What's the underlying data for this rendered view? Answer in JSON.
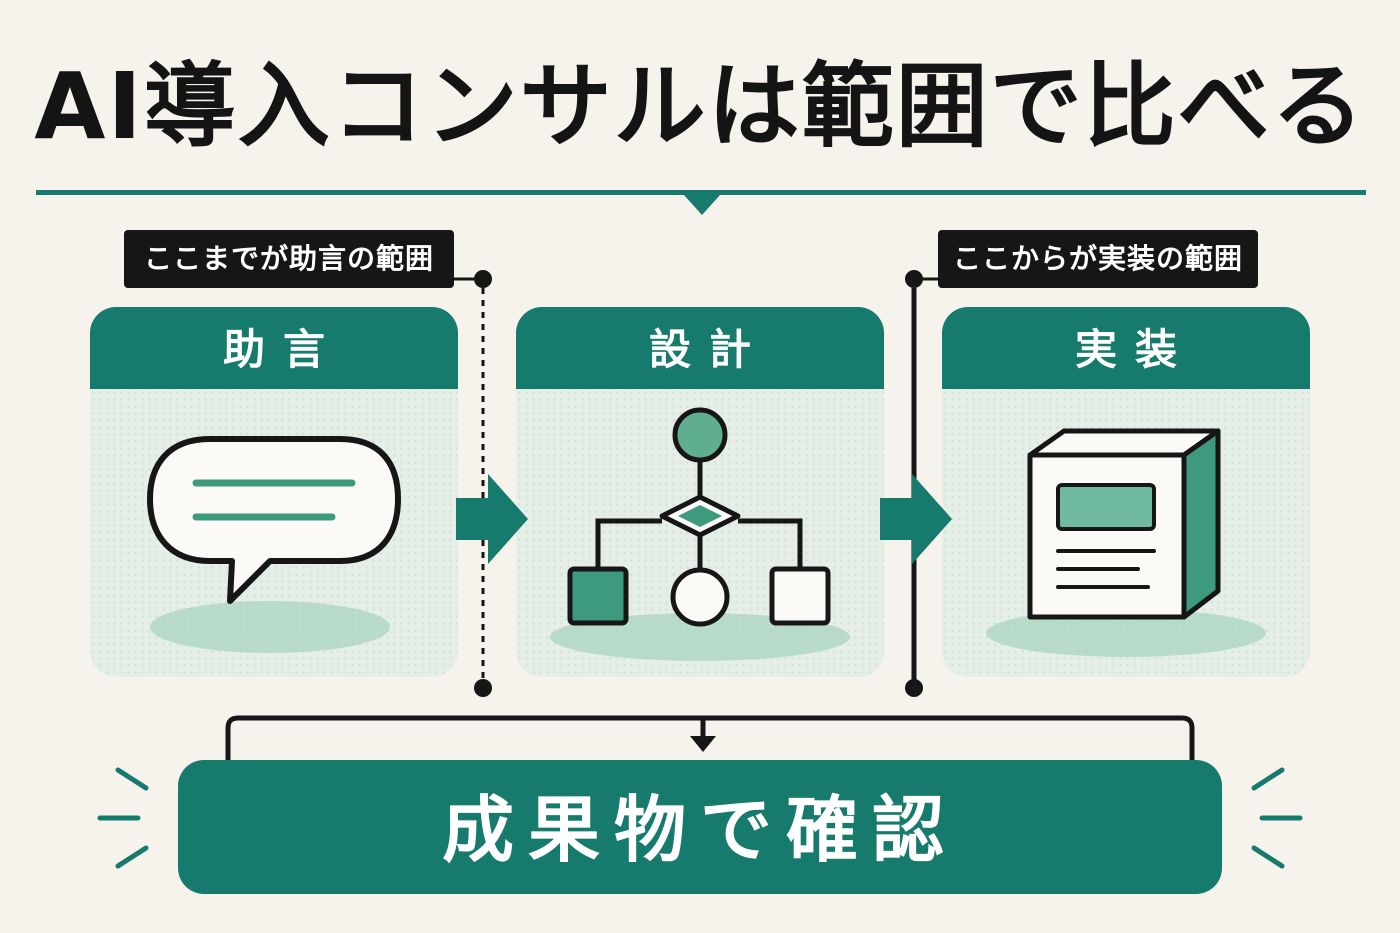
{
  "title": "AI導入コンサルは範囲で比べる",
  "tags": {
    "advice_scope": "ここまでが助言の範囲",
    "implementation_scope": "ここからが実装の範囲"
  },
  "stages": [
    {
      "label": "助言",
      "icon": "speech-bubble-icon"
    },
    {
      "label": "設計",
      "icon": "flowchart-icon"
    },
    {
      "label": "実装",
      "icon": "box-screen-icon"
    }
  ],
  "result": {
    "label": "成果物で確認"
  },
  "colors": {
    "accent": "#167a6c",
    "accent_light": "#6fb99f",
    "background": "#f6f2ec",
    "card_body": "#e6efe7",
    "ink": "#161616"
  }
}
